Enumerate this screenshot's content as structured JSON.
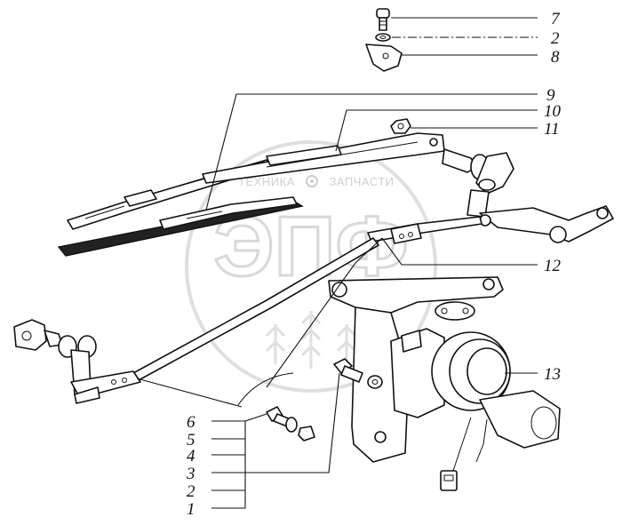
{
  "watermark": {
    "top_left_text": "ТЕХНИКА",
    "top_right_text": "ЗАПЧАСТИ",
    "logo_letters": "ЭПФ",
    "gear_icon": "gear-icon"
  },
  "callouts": {
    "c7": "7",
    "c2_top": "2",
    "c8": "8",
    "c9": "9",
    "c10": "10",
    "c11": "11",
    "c12": "12",
    "c13": "13",
    "c6": "6",
    "c5": "5",
    "c4": "4",
    "c3": "3",
    "c2_bottom": "2",
    "c1": "1"
  }
}
